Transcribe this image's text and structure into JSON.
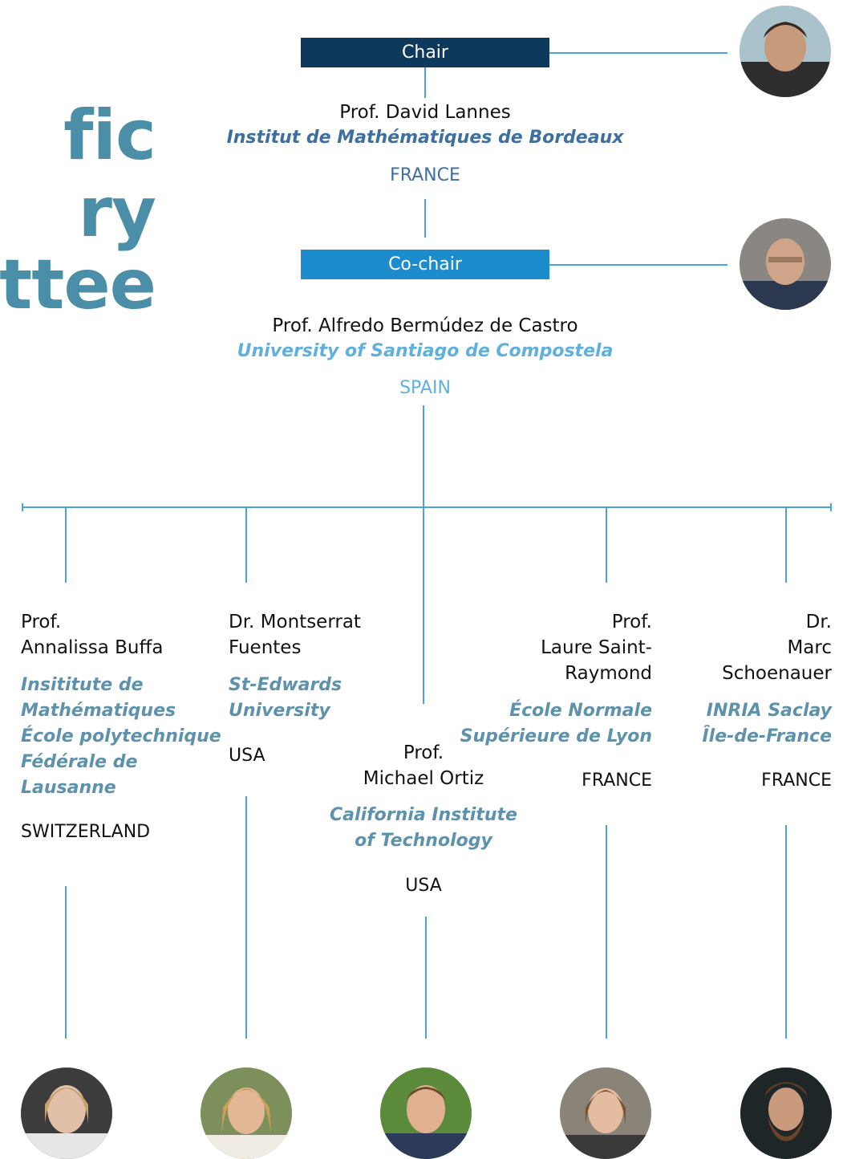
{
  "title": {
    "lines": [
      "fic",
      "ry",
      "ttee"
    ]
  },
  "colors": {
    "chair_badge": "#0d3a5c",
    "cochair_badge": "#1d8ccc",
    "connector": "#4aa3d6",
    "chair_text": "#3d6fa0",
    "cochair_text": "#5fb0dc",
    "member_text": "#5e92ac",
    "title": "#4b8ea7"
  },
  "chair": {
    "badge": "Chair",
    "name": "Prof. David Lannes",
    "institution": "Institut de Mathématiques de Bordeaux",
    "country": "FRANCE",
    "photo": "portrait-david-lannes"
  },
  "cochair": {
    "badge": "Co-chair",
    "name": "Prof. Alfredo Bermúdez de Castro",
    "institution": "University of Santiago de Compostela",
    "country": "SPAIN",
    "photo": "portrait-alfredo-bermudez"
  },
  "members": [
    {
      "name_lines": [
        "Prof.",
        "Annalissa Buffa"
      ],
      "institution_lines": [
        "Insititute de",
        "Mathématiques",
        "École polytechnique",
        "Fédérale de",
        "Lausanne"
      ],
      "country": "SWITZERLAND",
      "photo": "portrait-annalissa-buffa"
    },
    {
      "name_lines": [
        "Dr. Montserrat",
        "Fuentes"
      ],
      "institution_lines": [
        "St-Edwards",
        "University"
      ],
      "country": "USA",
      "photo": "portrait-montserrat-fuentes"
    },
    {
      "name_lines": [
        "Prof.",
        "Michael Ortiz"
      ],
      "institution_lines": [
        "California Institute",
        "of Technology"
      ],
      "country": "USA",
      "photo": "portrait-michael-ortiz"
    },
    {
      "name_lines": [
        "Prof.",
        "Laure Saint-",
        "Raymond"
      ],
      "institution_lines": [
        "École Normale",
        "Supérieure de Lyon"
      ],
      "country": "FRANCE",
      "photo": "portrait-laure-saint-raymond"
    },
    {
      "name_lines": [
        "Dr.",
        "Marc",
        "Schoenauer"
      ],
      "institution_lines": [
        "INRIA Saclay",
        "Île-de-France"
      ],
      "country": "FRANCE",
      "photo": "portrait-marc-schoenauer"
    }
  ]
}
